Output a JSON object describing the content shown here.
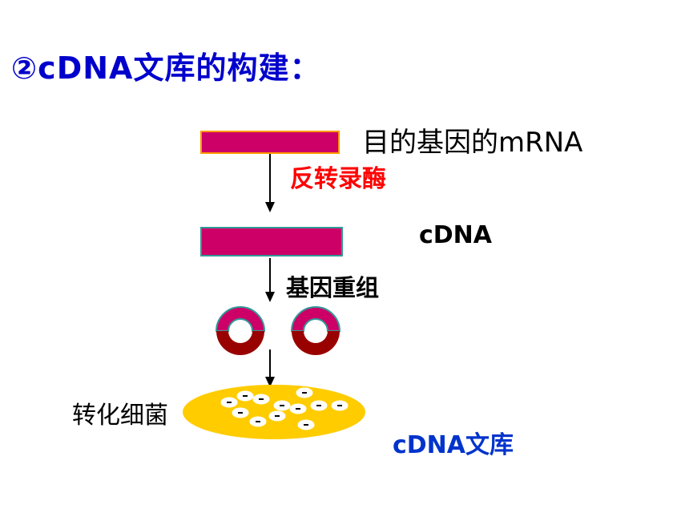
{
  "title": "②cDNA文库的构建：",
  "labels": {
    "mrna": "目的基因的mRNA",
    "enzyme": "反转录酶",
    "cdna": "cDNA",
    "recombination": "基因重组",
    "transform": "转化细菌",
    "library": "cDNA文库"
  },
  "colors": {
    "strand": "#cc0066",
    "mrna_outline": "#ff9900",
    "cdna_outline": "#339999",
    "plasmid_top": "#cc0066",
    "plasmid_bottom": "#990000",
    "colony_plate": "#ffcc00",
    "title": "#0000cc",
    "enzyme_label": "#ff0000",
    "library_label": "#0033cc"
  }
}
